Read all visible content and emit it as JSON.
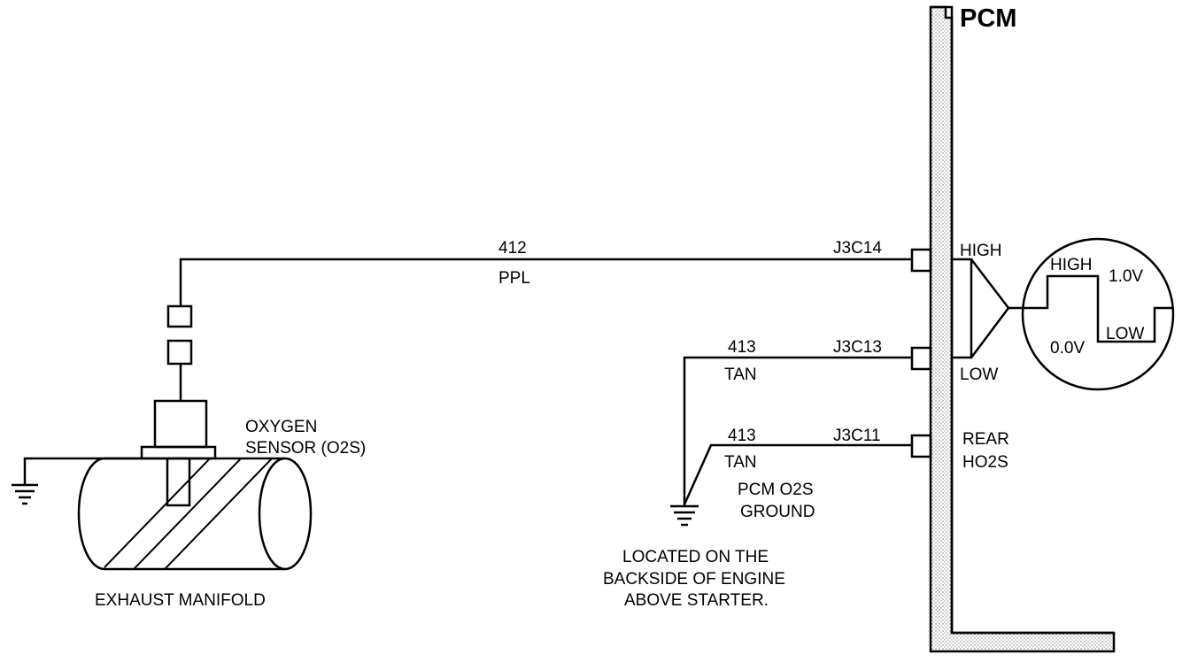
{
  "module": {
    "title": "PCM"
  },
  "pins": [
    {
      "id": "J3C14",
      "label": "J3C14"
    },
    {
      "id": "J3C13",
      "label": "J3C13"
    },
    {
      "id": "J3C11",
      "label": "J3C11"
    }
  ],
  "wires": [
    {
      "number": "412",
      "color": "PPL"
    },
    {
      "number": "413",
      "color": "TAN"
    },
    {
      "number": "413",
      "color": "TAN"
    }
  ],
  "pcm_inputs": {
    "high": "HIGH",
    "low": "LOW",
    "rear_line1": "REAR",
    "rear_line2": "HO2S"
  },
  "signal": {
    "high": "HIGH",
    "low": "LOW",
    "max_v": "1.0V",
    "min_v": "0.0V"
  },
  "sensor": {
    "line1": "OXYGEN",
    "line2": "SENSOR (O2S)"
  },
  "manifold": {
    "label": "EXHAUST MANIFOLD"
  },
  "ground": {
    "name_line1": "PCM O2S",
    "name_line2": "GROUND",
    "location": [
      "LOCATED ON THE",
      "BACKSIDE OF ENGINE",
      "ABOVE STARTER."
    ]
  }
}
